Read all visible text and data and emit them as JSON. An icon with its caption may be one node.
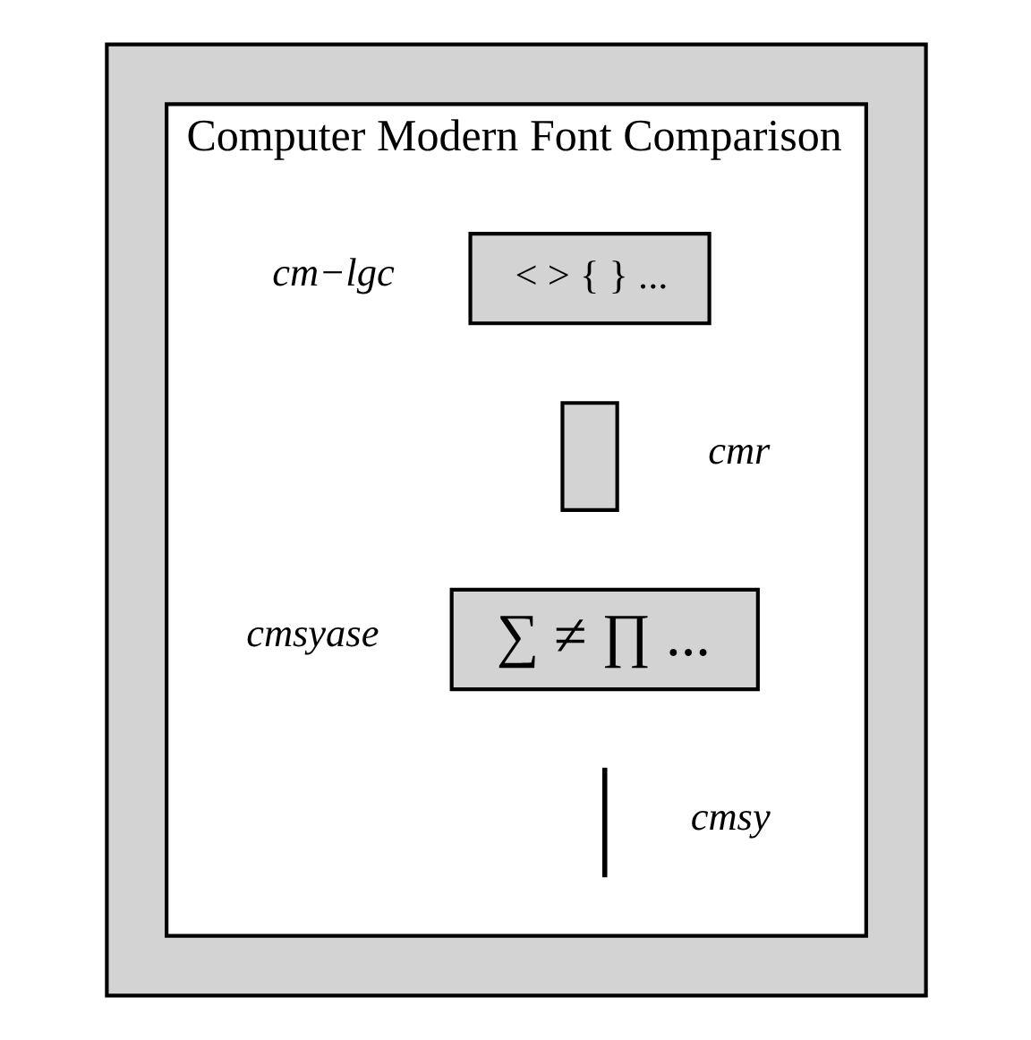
{
  "diagram": {
    "nodes": [
      {
        "text": [],
        "shape": "box"
      },
      {
        "text": [
          "Computer Modern Font Comparison"
        ],
        "in": 0
      },
      {
        "text": [
          "< > { } ..."
        ],
        "beside": [
          "cm−lgc"
        ],
        "in": 1
      },
      {
        "text": [],
        "shape": "box",
        "beside": [
          "cmr"
        ],
        "in": 1
      },
      {
        "text": [
          "∑ ≠ ∏ ..."
        ],
        "beside": [
          "cmsyase"
        ],
        "in": 1
      },
      {
        "text": [],
        "shape": "bar",
        "beside": [
          "cmsy"
        ],
        "in": 1
      }
    ]
  }
}
